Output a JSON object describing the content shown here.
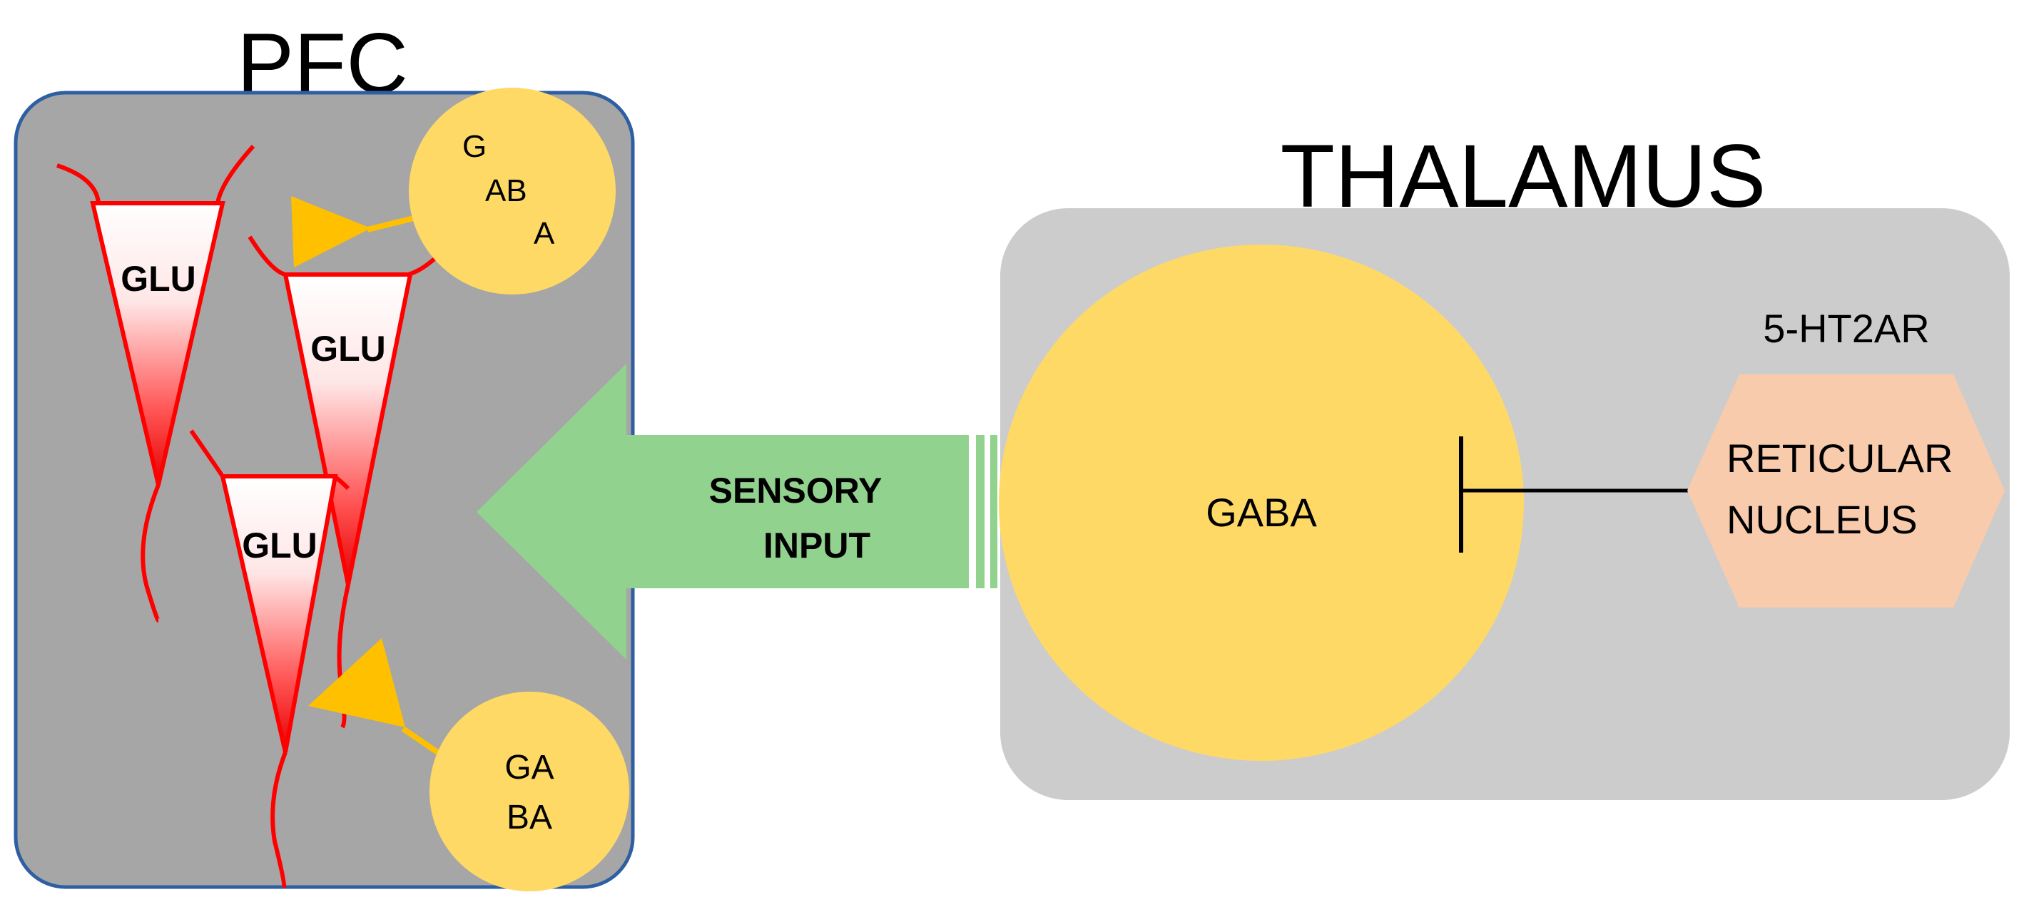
{
  "pfc": {
    "title": "PFC",
    "neurons": [
      "GLU",
      "GLU",
      "GLU"
    ],
    "interneuron_top_lines": [
      "G",
      "AB",
      "A"
    ],
    "interneuron_bottom_lines": [
      "GA",
      "BA"
    ]
  },
  "pathway": {
    "label_lines": [
      "SENSORY",
      "INPUT"
    ]
  },
  "thalamus": {
    "title": "THALAMUS",
    "gaba_label": "GABA",
    "receptor_label": "5-HT2AR",
    "reticular_lines": [
      "RETICULAR",
      "NUCLEUS"
    ]
  },
  "colors": {
    "pfc_fill": "#a6a6a6",
    "pfc_border": "#2e5fa3",
    "thalamus_fill": "#cccccc",
    "gaba_yellow": "#ffd966",
    "synapse_orange": "#ffc000",
    "glu_red": "#ff0000",
    "arrow_green": "#92d28f",
    "reticular_peach": "#f8cbad"
  }
}
